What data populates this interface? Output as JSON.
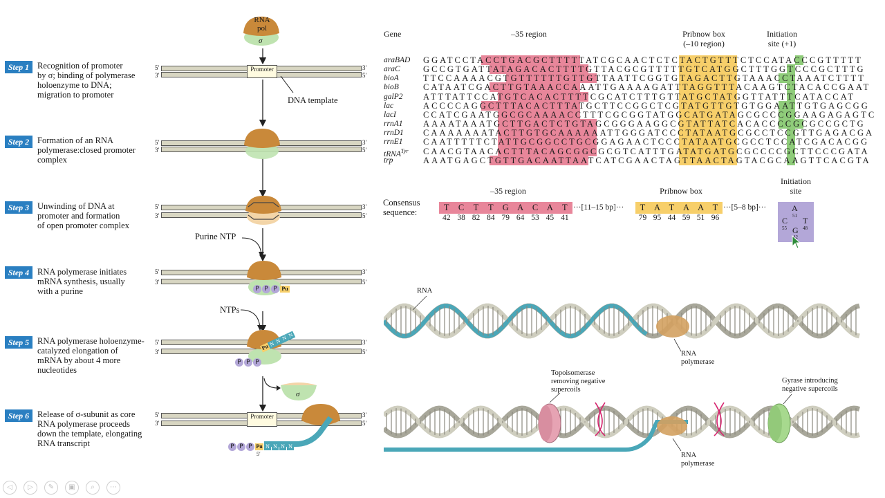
{
  "left_panel": {
    "top_enzyme": {
      "line1": "RNA",
      "line2": "pol",
      "sigma": "σ"
    },
    "steps": [
      {
        "badge": "Step 1",
        "text": [
          "Recognition of promoter",
          "by σ; binding of polymerase",
          "holoenzyme to DNA;",
          "migration to promoter"
        ]
      },
      {
        "badge": "Step 2",
        "text": [
          "Formation of an RNA",
          "polymerase:closed promoter",
          "complex"
        ]
      },
      {
        "badge": "Step 3",
        "text": [
          "Unwinding of DNA at",
          "promoter and formation",
          "of open promoter complex"
        ]
      },
      {
        "badge": "Step 4",
        "text": [
          "RNA polymerase initiates",
          "mRNA synthesis, usually",
          "with a purine"
        ]
      },
      {
        "badge": "Step 5",
        "text": [
          "RNA polymerase holoenzyme-",
          "catalyzed elongation of",
          "mRNA by about 4 more",
          "nucleotides"
        ]
      },
      {
        "badge": "Step 6",
        "text": [
          "Release of σ-subunit as core",
          "RNA polymerase proceeds",
          "down the template, elongating",
          "RNA transcript"
        ]
      }
    ],
    "promoter_label": "Promoter",
    "dna_template_label": "DNA template",
    "purine_ntp_label": "Purine NTP",
    "ntps_label": "NTPs",
    "strand5": "5′",
    "strand3": "3′",
    "p": "P",
    "pu": "Pu",
    "n": "N",
    "sigma": "σ"
  },
  "sequence_table": {
    "headers": {
      "gene": "Gene",
      "minus35": "–35 region",
      "pribnow": [
        "Pribnow box",
        "(–10 region)"
      ],
      "initiation": [
        "Initiation",
        "site (+1)"
      ]
    },
    "rows": [
      {
        "gene": "araBAD",
        "seq": "GGATCCTACCTGACGCTTTTTATCGCAACTCTCTACTGTTTCTCCATACCCGTTTTT"
      },
      {
        "gene": "araC",
        "seq": "GCCGTGATTATAGACACTTTTGTTACGCGTTTTTGTCATGGCTTTGGTCCCGCTTTG"
      },
      {
        "gene": "bioA",
        "seq": "TTCCAAAACGTGTTTTTTGTTGTTAATTCGGTGTAGACTTGTAAACCTAAATCTTTT"
      },
      {
        "gene": "bioB",
        "seq": "CATAATCGACTTGTAAACCAAATTGAAAAGATTTAGGTTTACAAGTCTACACCGAAT"
      },
      {
        "gene": "galP2",
        "seq": "ATTTATTCCATGTCACACTTTTCGCATCTTTGTTATGCTATGGTTATTTCATACCAT"
      },
      {
        "gene": "lac",
        "seq": "ACCCCAGGCTTTACACTTTATGCTTCCGGCTCGTATGTTGTGTGGAATTGTGAGCGG"
      },
      {
        "gene": "lacI",
        "seq": "CCATCGAATGGCGCAAAACCTTTCGCGGTATGGCATGATAGCGCCCGGAAGAGAGTC"
      },
      {
        "gene": "rrnA1",
        "seq": "AAAATAAATGCTTGACTCTGTAGCGGGAAGGCGTATTATCACACCCCGCGCCGCTG"
      },
      {
        "gene": "rrnD1",
        "seq": "CAAAAAAATACTTGTGCAAAAAATTGGGATCCCTATAATGCGCCTCCGTTGAGACGA"
      },
      {
        "gene": "rrnE1",
        "seq": "CAATTTTTCTATTGCGGCCTGCGGAGAACTCCCTATAATGCGCCTCCATCGACACGG"
      },
      {
        "gene": "tRNA",
        "gene_sup": "Tyr",
        "seq": "CAACGTAACACTTTACAGCGGCGCGTCATTTGATATGATGCGCCCCGCTTCCCGATA"
      },
      {
        "gene": "trp",
        "seq": "AAATGAGCTGTTGACAATTAATCATCGAACTAGTTAACTAGTACGCAAGTTCACGTA"
      }
    ],
    "consensus": {
      "label": [
        "Consensus",
        "sequence:"
      ],
      "minus35_title": "–35 region",
      "minus35_letters": [
        "T",
        "C",
        "T",
        "T",
        "G",
        "A",
        "C",
        "A",
        "T"
      ],
      "minus35_nums": [
        "42",
        "38",
        "82",
        "84",
        "79",
        "64",
        "53",
        "45",
        "41"
      ],
      "gap1": "···[11–15 bp]···",
      "pribnow_title": "Pribnow box",
      "pribnow_letters": [
        "T",
        "A",
        "T",
        "A",
        "A",
        "T"
      ],
      "pribnow_nums": [
        "79",
        "95",
        "44",
        "59",
        "51",
        "96"
      ],
      "gap2": "···[5–8 bp]···",
      "init_title": [
        "Initiation",
        "site"
      ],
      "init": {
        "A": "A",
        "A_num": "51",
        "C": "C",
        "C_num": "55",
        "T": "T",
        "T_num": "48",
        "G": "G",
        "G_num": "42"
      }
    }
  },
  "bottom_right": {
    "rna_label": "RNA",
    "rnap_label_top": [
      "RNA",
      "polymerase"
    ],
    "topo_label": [
      "Topoisomerase",
      "removing negative",
      "supercoils"
    ],
    "gyrase_label": [
      "Gyrase introducing",
      "negative supercoils"
    ],
    "rnap_label_bottom": [
      "RNA",
      "polymerase"
    ]
  },
  "colors": {
    "step_badge": "#2a7fc1",
    "pink": "#e8869a",
    "yellow": "#f7cf6a",
    "green": "#8fcc7a",
    "purple": "#b3a7d8",
    "rna": "#4aa7b8",
    "pol": "#c9893a"
  }
}
